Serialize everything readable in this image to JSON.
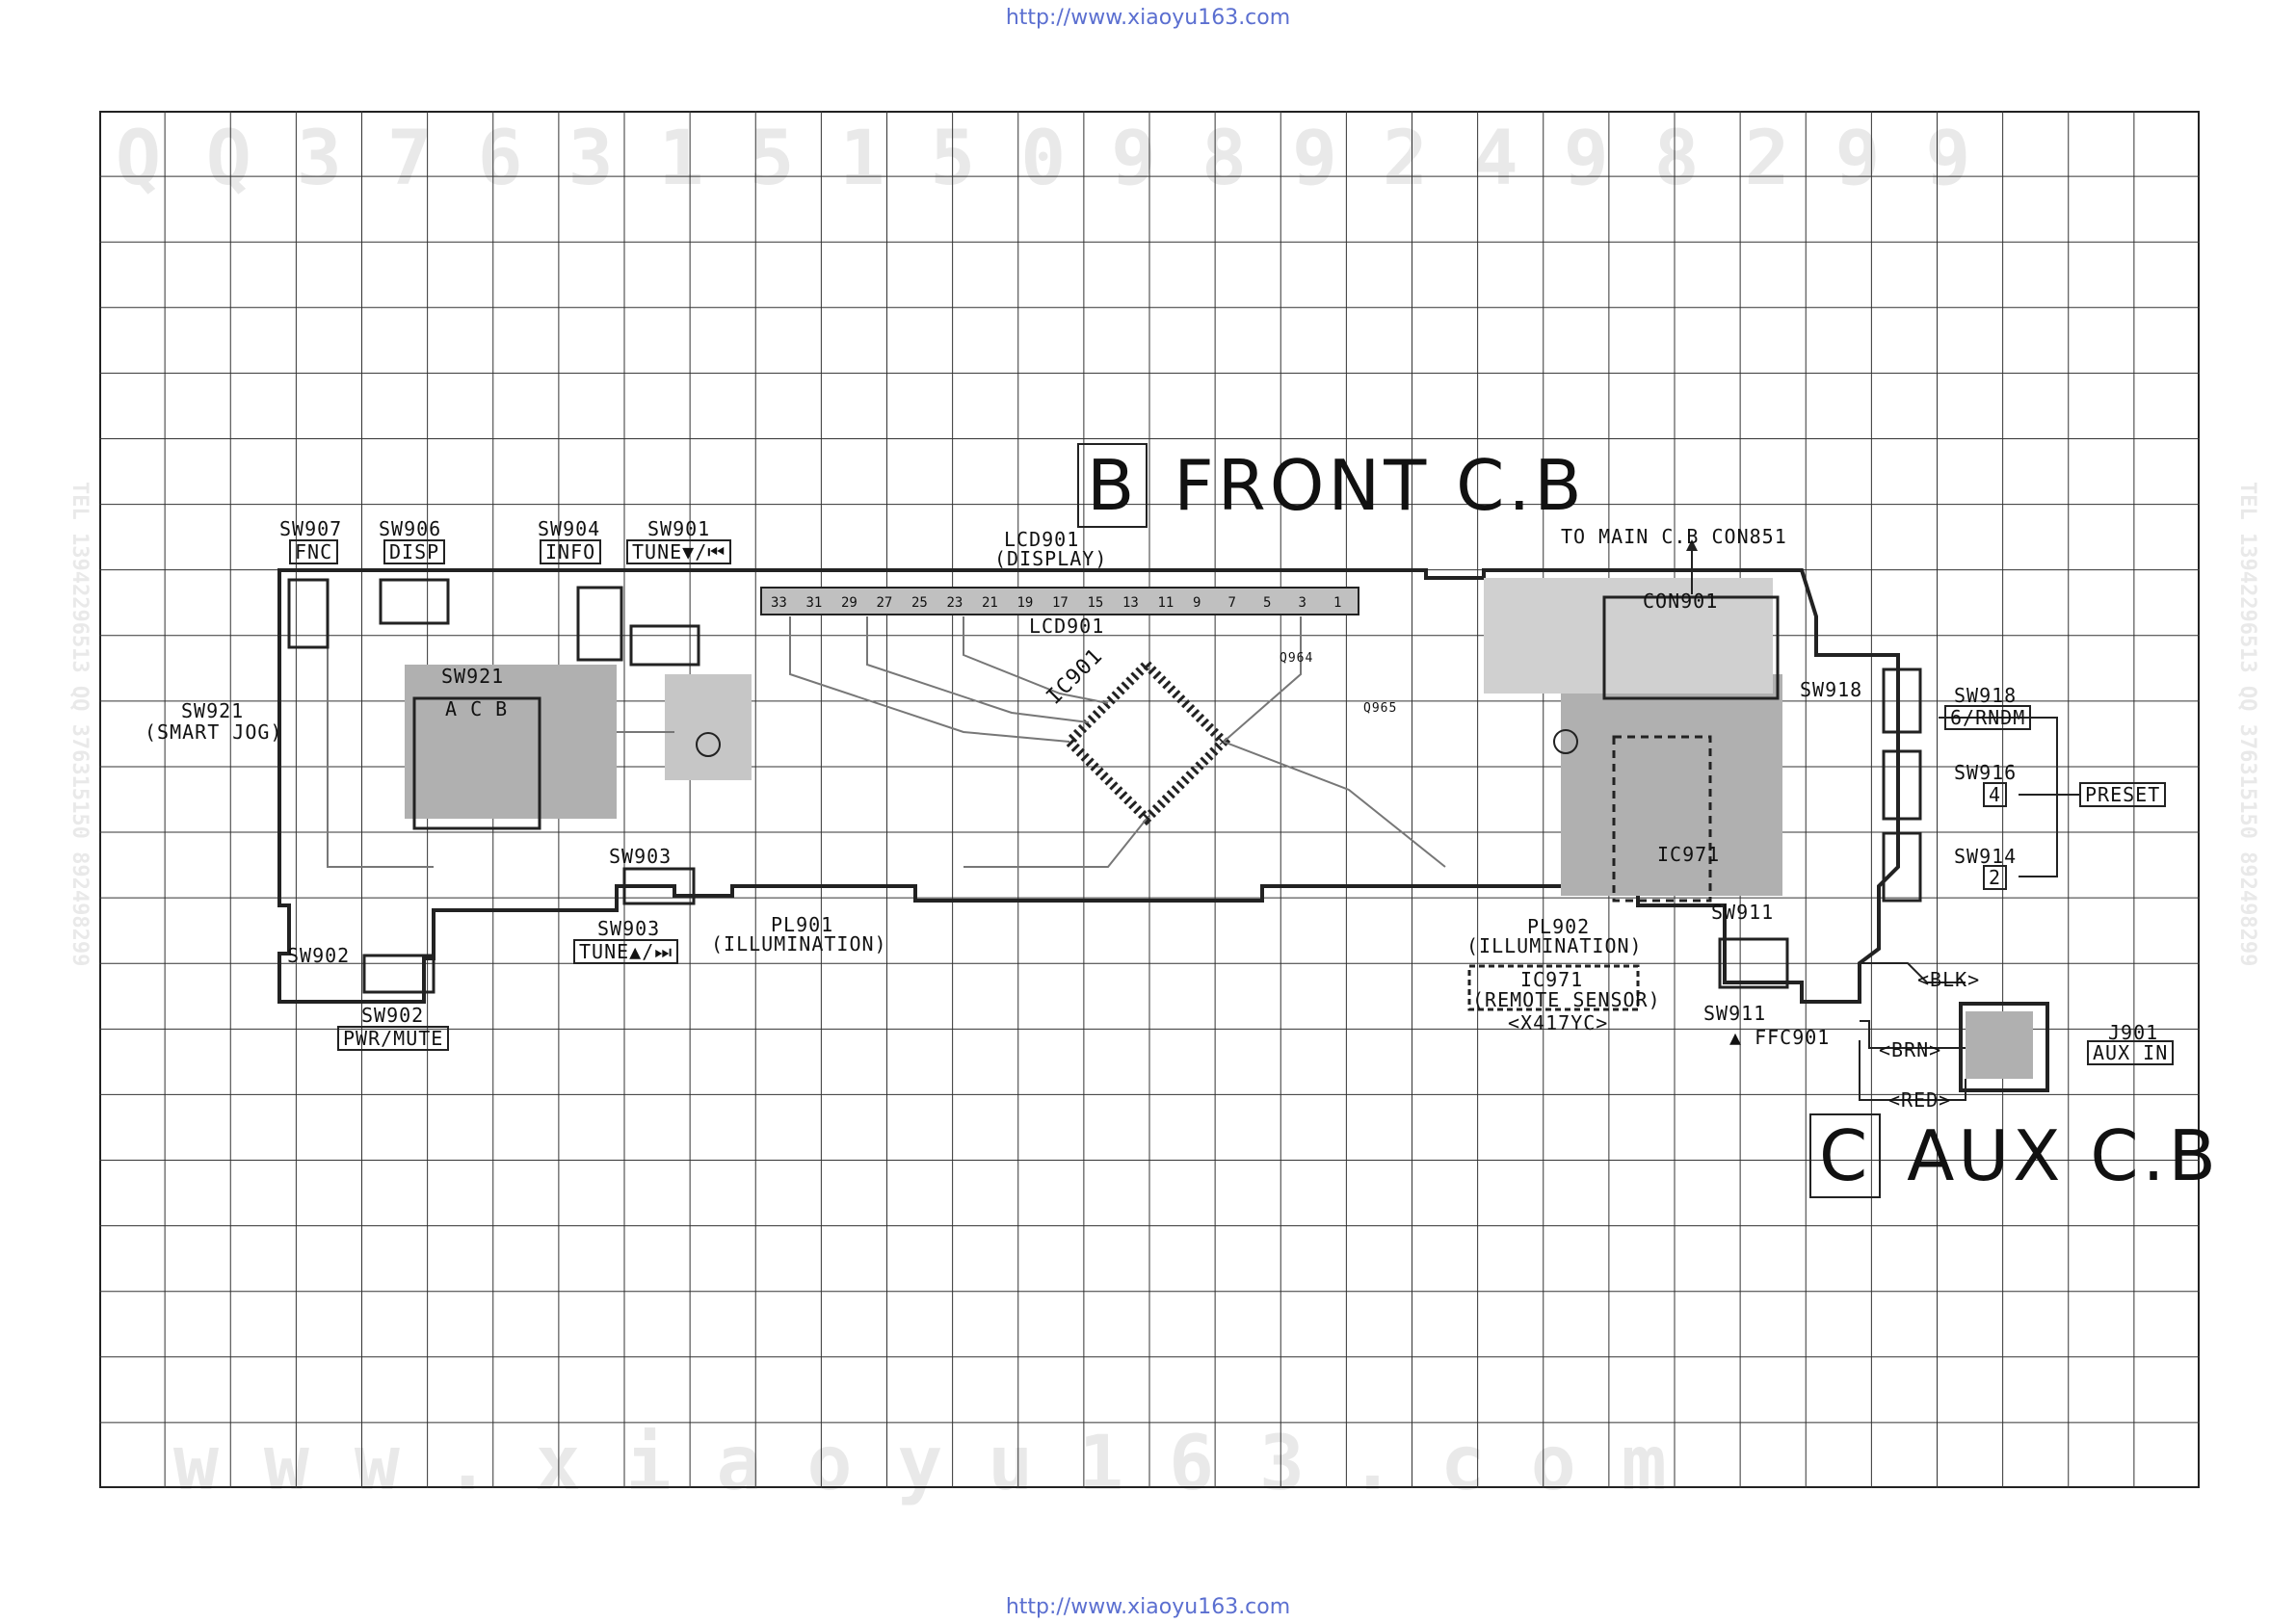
{
  "urls": {
    "top": "http://www.xiaoyu163.com",
    "bottom": "http://www.xiaoyu163.com"
  },
  "watermark": {
    "top_digits": "Q Q   3 7 6 3 1 5 1 5 0     9 8 9 2 4 9 8 2 9 9",
    "bottom_web": "w w w . x i a o y u 1 6 3 . c o m",
    "side_left": "TEL 13942296513  QQ 376315150  892498299",
    "side_right": "TEL 13942296513  QQ 376315150  892498299"
  },
  "titles": {
    "front_letter": "B",
    "front_label": "FRONT C.B",
    "aux_letter": "C",
    "aux_label": "AUX C.B"
  },
  "switches": {
    "sw907": "SW907",
    "fnc": "FNC",
    "sw906": "SW906",
    "disp": "DISP",
    "sw904": "SW904",
    "info": "INFO",
    "sw901": "SW901",
    "tune_down": "TUNE▼/⏮",
    "sw921": "SW921",
    "smart_jog": "(SMART JOG)",
    "sw902": "SW902",
    "pwr_mute": "PWR/MUTE",
    "sw903": "SW903",
    "tune_up": "TUNE▲/⏭",
    "sw918": "SW918",
    "rndm": "6/RNDM",
    "sw916": "SW916",
    "sw916_key": "4",
    "preset": "PRESET",
    "sw914": "SW914",
    "sw914_key": "2",
    "sw911": "SW911"
  },
  "components": {
    "lcd901": "LCD901",
    "display": "(DISPLAY)",
    "to_main": "TO MAIN C.B CON851",
    "con901": "CON901",
    "pl901": "PL901",
    "pl901_illum": "(ILLUMINATION)",
    "pl902": "PL902",
    "pl902_illum": "(ILLUMINATION)",
    "ic971": "IC971",
    "remote_sensor": "(REMOTE SENSOR)",
    "x417yc": "<X417YC>",
    "ffc901": "FFC901",
    "j901": "J901",
    "aux_in": "AUX IN",
    "wire_blk": "<BLK>",
    "wire_brn": "<BRN>",
    "wire_red": "<RED>",
    "ic901": "IC901",
    "q964": "Q964",
    "q965": "Q965",
    "sw921_acb": "A C B"
  },
  "lcd_pins": [
    "33",
    "31",
    "29",
    "27",
    "25",
    "23",
    "21",
    "19",
    "17",
    "15",
    "13",
    "11",
    "9",
    "7",
    "5",
    "3",
    "1"
  ],
  "colors": {
    "line": "#222222",
    "copper": "#9a9a9a",
    "grid": "#222222",
    "url": "#5b6fd0"
  }
}
